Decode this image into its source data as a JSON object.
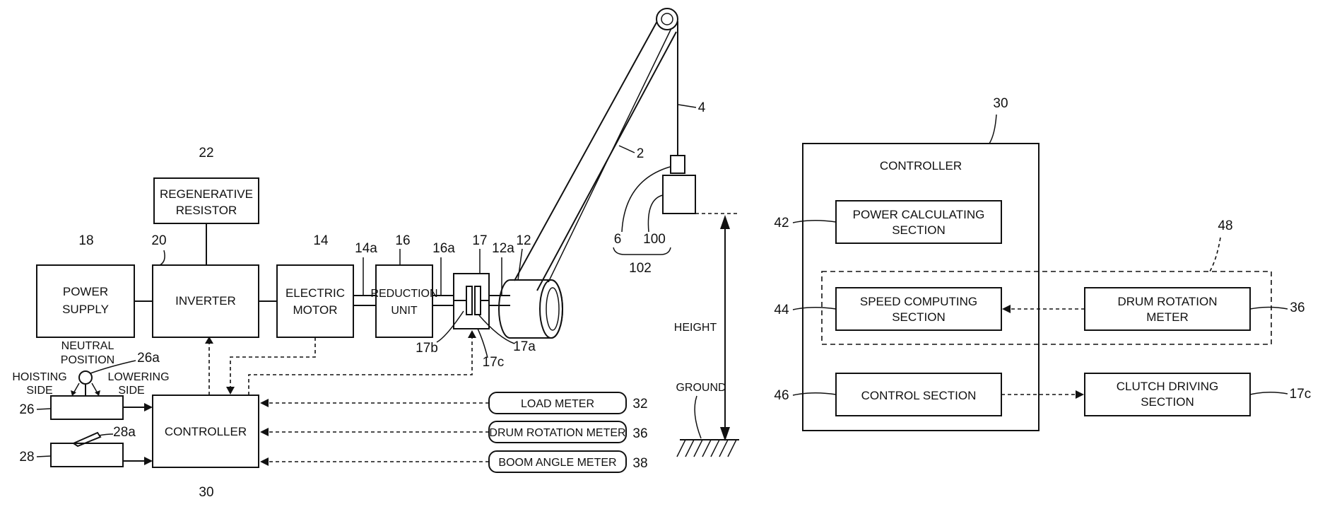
{
  "left": {
    "blocks": {
      "regenerative_resistor": [
        "REGENERATIVE",
        "RESISTOR"
      ],
      "power_supply": [
        "POWER",
        "SUPPLY"
      ],
      "inverter": "INVERTER",
      "electric_motor": [
        "ELECTRIC",
        "MOTOR"
      ],
      "reduction_unit": [
        "REDUCTION",
        "UNIT"
      ],
      "controller": "CONTROLLER",
      "load_meter": "LOAD METER",
      "drum_rotation_meter": "DRUM ROTATION METER",
      "boom_angle_meter": "BOOM ANGLE METER"
    },
    "text": {
      "neutral_position": [
        "NEUTRAL",
        "POSITION"
      ],
      "hoisting_side": [
        "HOISTING",
        "SIDE"
      ],
      "lowering_side": [
        "LOWERING",
        "SIDE"
      ],
      "height": "HEIGHT",
      "ground": "GROUND"
    },
    "refs": {
      "r22": "22",
      "r18": "18",
      "r20": "20",
      "r14": "14",
      "r14a": "14a",
      "r16": "16",
      "r16a": "16a",
      "r17": "17",
      "r12a": "12a",
      "r12": "12",
      "r17b": "17b",
      "r17a": "17a",
      "r17c": "17c",
      "r26a": "26a",
      "r26": "26",
      "r28": "28",
      "r28a": "28a",
      "r30": "30",
      "r32": "32",
      "r36": "36",
      "r38": "38",
      "r2": "2",
      "r4": "4",
      "r6": "6",
      "r100": "100",
      "r102": "102"
    }
  },
  "right": {
    "controller_label": "CONTROLLER",
    "blocks": {
      "power_calculating": [
        "POWER CALCULATING",
        "SECTION"
      ],
      "speed_computing": [
        "SPEED COMPUTING",
        "SECTION"
      ],
      "drum_rotation_meter": [
        "DRUM ROTATION",
        "METER"
      ],
      "control_section": "CONTROL SECTION",
      "clutch_driving": [
        "CLUTCH DRIVING",
        "SECTION"
      ]
    },
    "refs": {
      "r30": "30",
      "r42": "42",
      "r44": "44",
      "r46": "46",
      "r48": "48",
      "r36": "36",
      "r17c": "17c"
    }
  }
}
